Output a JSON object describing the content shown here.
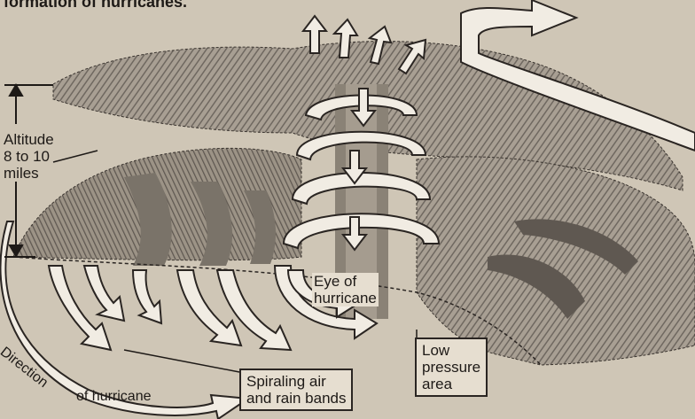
{
  "caption": "formation of hurricanes.",
  "labels": {
    "altitude": [
      "Altitude",
      "8 to 10",
      "miles"
    ],
    "eye": [
      "Eye of",
      "hurricane"
    ],
    "spiraling": [
      "Spiraling air",
      "and rain bands"
    ],
    "low_pressure": [
      "Low",
      "pressure",
      "area"
    ],
    "direction_part1": "Direction",
    "direction_part2": "of hurricane"
  },
  "colors": {
    "background": "#cfc6b6",
    "cloud_dark": "#6f6860",
    "cloud_light": "#a89f93",
    "outline": "#2a2522",
    "arrow_fill": "#f1ece3"
  }
}
